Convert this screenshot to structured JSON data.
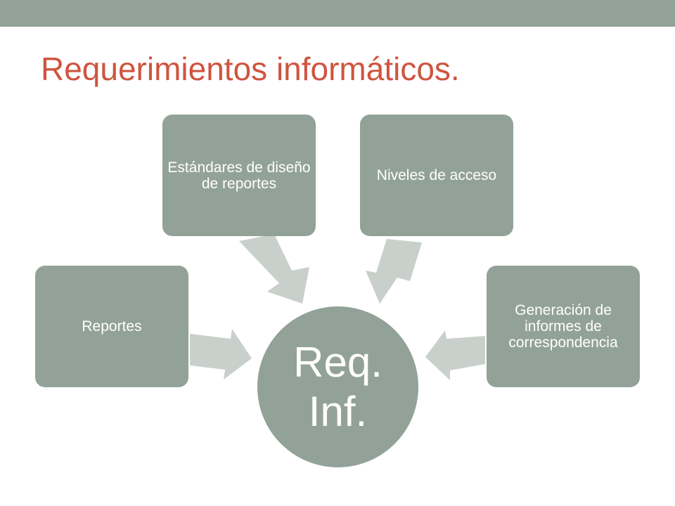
{
  "slide": {
    "title": "Requerimientos informáticos."
  },
  "diagram": {
    "center": {
      "label": "Req.\nInf."
    },
    "nodes": [
      {
        "id": "reportes",
        "label": "Reportes"
      },
      {
        "id": "estandares",
        "label": "Estándares de diseño de reportes"
      },
      {
        "id": "niveles",
        "label": "Niveles de acceso"
      },
      {
        "id": "generacion",
        "label": "Generación de informes de correspondencia"
      }
    ],
    "edges": [
      {
        "from": "reportes",
        "to": "center"
      },
      {
        "from": "estandares",
        "to": "center"
      },
      {
        "from": "niveles",
        "to": "center"
      },
      {
        "from": "generacion",
        "to": "center"
      }
    ]
  },
  "colors": {
    "accent_bar": "#93a299",
    "title": "#cf543f",
    "node_fill": "#93a299",
    "arrow_fill": "#c9d0cc",
    "text_on_node": "#ffffff"
  }
}
